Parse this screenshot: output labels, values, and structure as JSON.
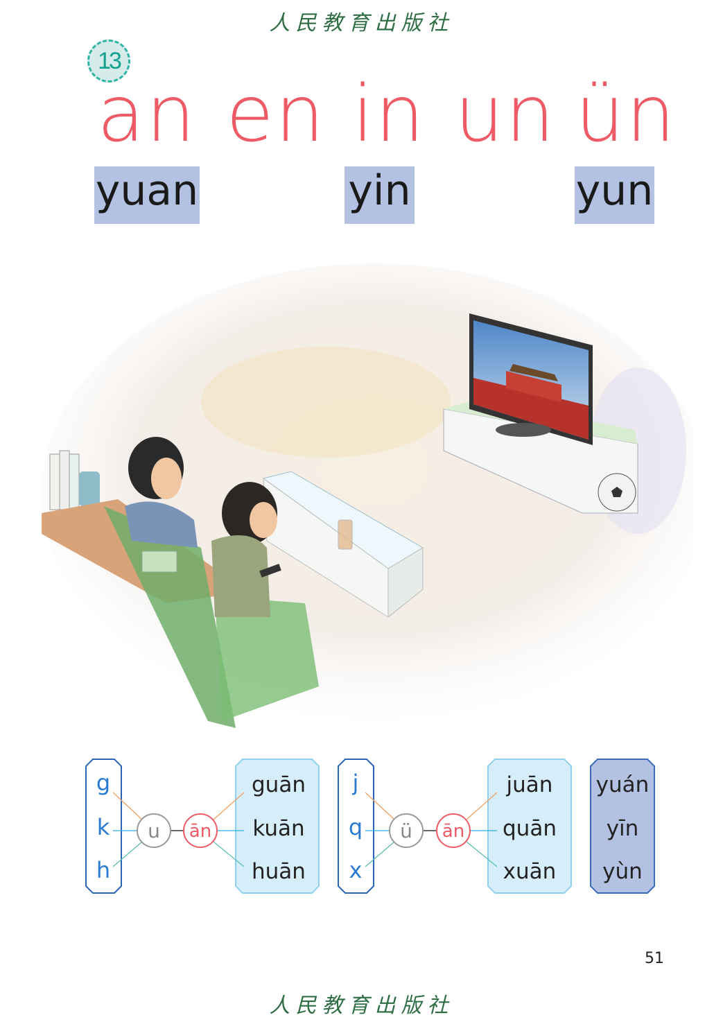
{
  "publisher_watermark": "人民教育出版社",
  "lesson_number": "13",
  "finals": [
    "an",
    "en",
    "in",
    "un",
    "ün"
  ],
  "whole_syllables": [
    "yuan",
    "yin",
    "yun"
  ],
  "illustration_icon": "living-room-tv-scene",
  "diagram1": {
    "initials": [
      "g",
      "k",
      "h"
    ],
    "medial": "u",
    "final": "ān",
    "results": [
      "guān",
      "kuān",
      "huān"
    ]
  },
  "diagram2": {
    "initials": [
      "j",
      "q",
      "x"
    ],
    "medial": "ü",
    "final": "ān",
    "results": [
      "juān",
      "quān",
      "xuān"
    ]
  },
  "toned_syllables": [
    "yuán",
    "yīn",
    "yùn"
  ],
  "page_number": "51",
  "colors": {
    "final_red": "#ee5a66",
    "syllable_bg": "#b3c2e3",
    "initial_blue": "#2a7bd0",
    "result_bg": "#d6eefa",
    "watermark_green": "#2f6e45"
  }
}
